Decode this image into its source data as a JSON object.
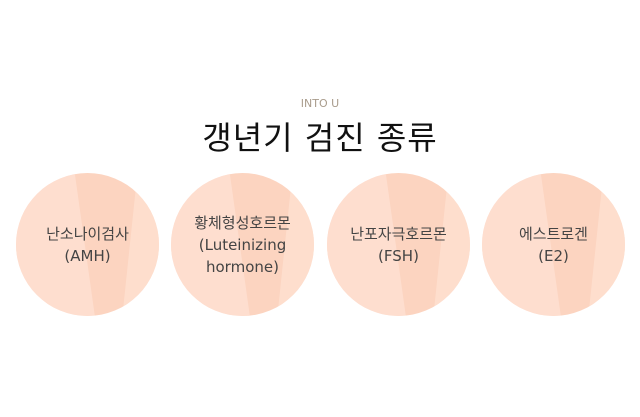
{
  "header": {
    "subtitle": "INTO U",
    "title": "갱년기 검진 종류"
  },
  "items": [
    {
      "label": "난소나이검사\n(AMH)"
    },
    {
      "label": "황체형성호르몬\n(Luteinizing\nhormone)"
    },
    {
      "label": "난포자극호르몬\n(FSH)"
    },
    {
      "label": "에스트로겐\n(E2)"
    }
  ]
}
